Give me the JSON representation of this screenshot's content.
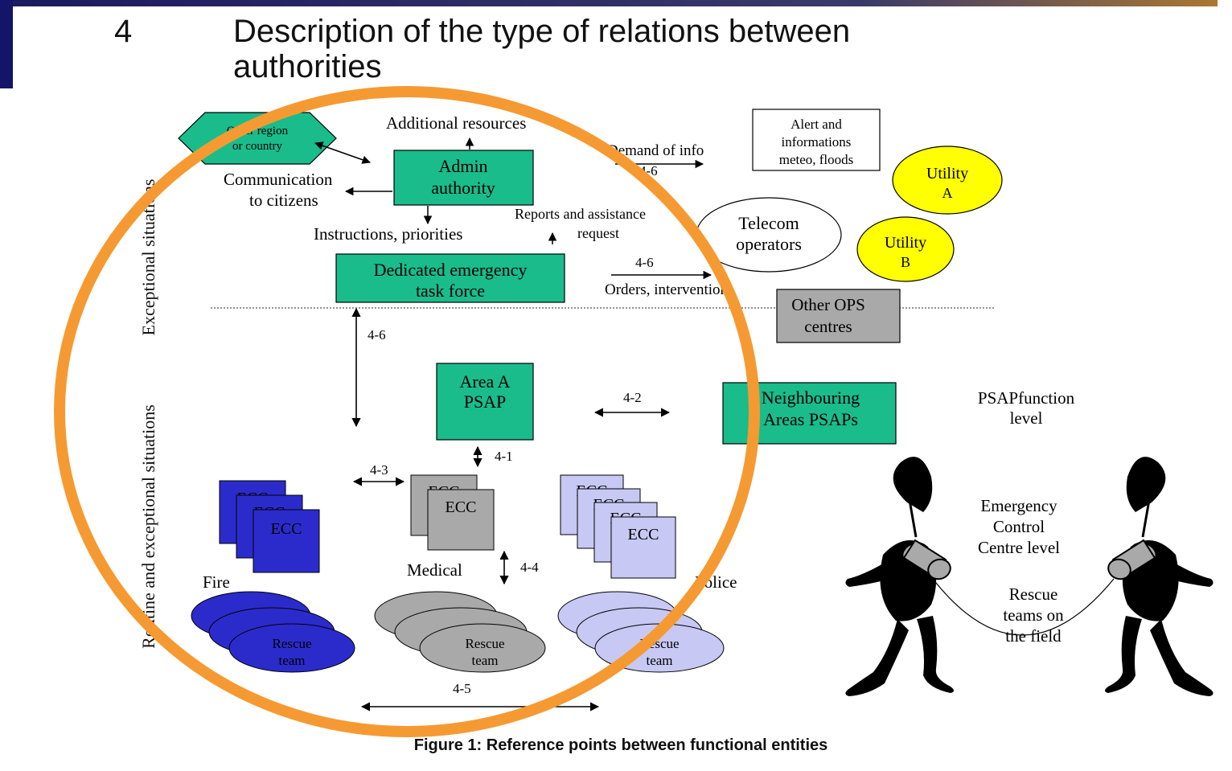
{
  "heading": {
    "number": "4",
    "title_line1": "Description of the type of relations between",
    "title_line2": "authorities"
  },
  "side_labels": {
    "exceptional": "Exceptional situations",
    "routine": "Routine and exceptional situations"
  },
  "nodes": {
    "other_region_line1": "Other region",
    "other_region_line2": "or country",
    "additional_resources": "Additional resources",
    "communication_line1": "Communication",
    "communication_line2": "to citizens",
    "admin_line1": "Admin",
    "admin_line2": "authority",
    "demand_info": "Demand of info",
    "demand_code": "4-6",
    "alert_line1": "Alert and",
    "alert_line2": "informations",
    "alert_line3": "meteo, floods",
    "utility_a_line1": "Utility",
    "utility_a_line2": "A",
    "telecom_line1": "Telecom",
    "telecom_line2": "operators",
    "utility_b_line1": "Utility",
    "utility_b_line2": "B",
    "reports_line1": "Reports and assistance",
    "reports_line2": "request",
    "instructions": "Instructions, priorities",
    "task_force_line1": "Dedicated emergency",
    "task_force_line2": "task force",
    "orders_code": "4-6",
    "orders": "Orders, interventions",
    "other_ops_line1": "Other OPS",
    "other_ops_line2": "centres",
    "code_4_6_vertical": "4-6",
    "area_a_line1": "Area A",
    "area_a_line2": "PSAP",
    "code_4_2": "4-2",
    "neighbouring_line1": "Neighbouring",
    "neighbouring_line2": "Areas PSAPs",
    "psap_level_line1": "PSAPfunction",
    "psap_level_line2": "level",
    "code_4_1": "4-1",
    "code_4_3": "4-3",
    "ecc": "ECC",
    "ecc_level_line1": "Emergency",
    "ecc_level_line2": "Control",
    "ecc_level_line3": "Centre level",
    "fire": "Fire",
    "medical": "Medical",
    "code_4_4": "4-4",
    "police": "Police",
    "rescue_line1": "Rescue",
    "rescue_line2": "team",
    "field_level_line1": "Rescue",
    "field_level_line2": "teams on",
    "field_level_line3": "the field",
    "code_4_5": "4-5"
  },
  "caption": "Figure 1: Reference points between functional entities",
  "colors": {
    "teal": "#1abc8c",
    "fire_blue": "#2b2bcc",
    "medical_gray": "#a9a9a9",
    "police_lavender": "#c8c8f4",
    "utility_yellow": "#ffff00",
    "highlight_orange": "#f59a32",
    "other_ops_gray": "#a9a9a9"
  }
}
